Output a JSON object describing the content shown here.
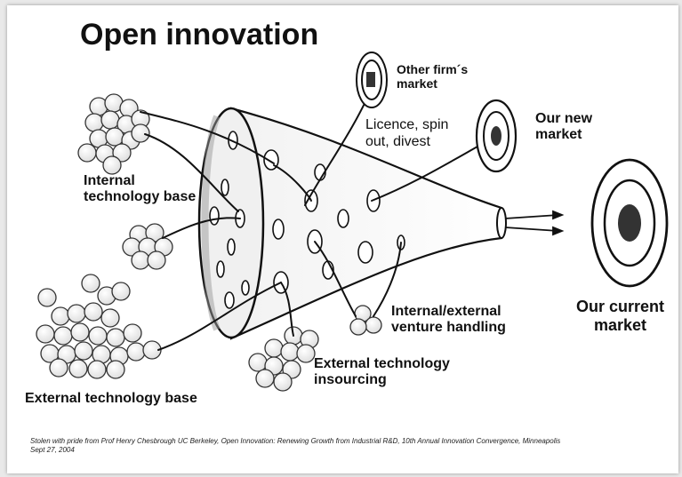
{
  "title": "Open innovation",
  "labels": {
    "internal_technology_base": "Internal\ntechnology base",
    "other_firms_market": "Other firm´s\nmarket",
    "licence": "Licence, spin\nout, divest",
    "our_new_market": "Our new\nmarket",
    "venture_handling": "Internal/external\nventure handling",
    "our_current_market": "Our current\nmarket",
    "external_insourcing": "External technology\ninsourcing",
    "external_technology_base": "External technology base"
  },
  "citation": "Stolen with pride from Prof Henry Chesbrough UC Berkeley, Open Innovation: Renewing Growth from Industrial R&D, 10th Annual  Innovation Convergence, Minneapolis Sept 27, 2004"
}
